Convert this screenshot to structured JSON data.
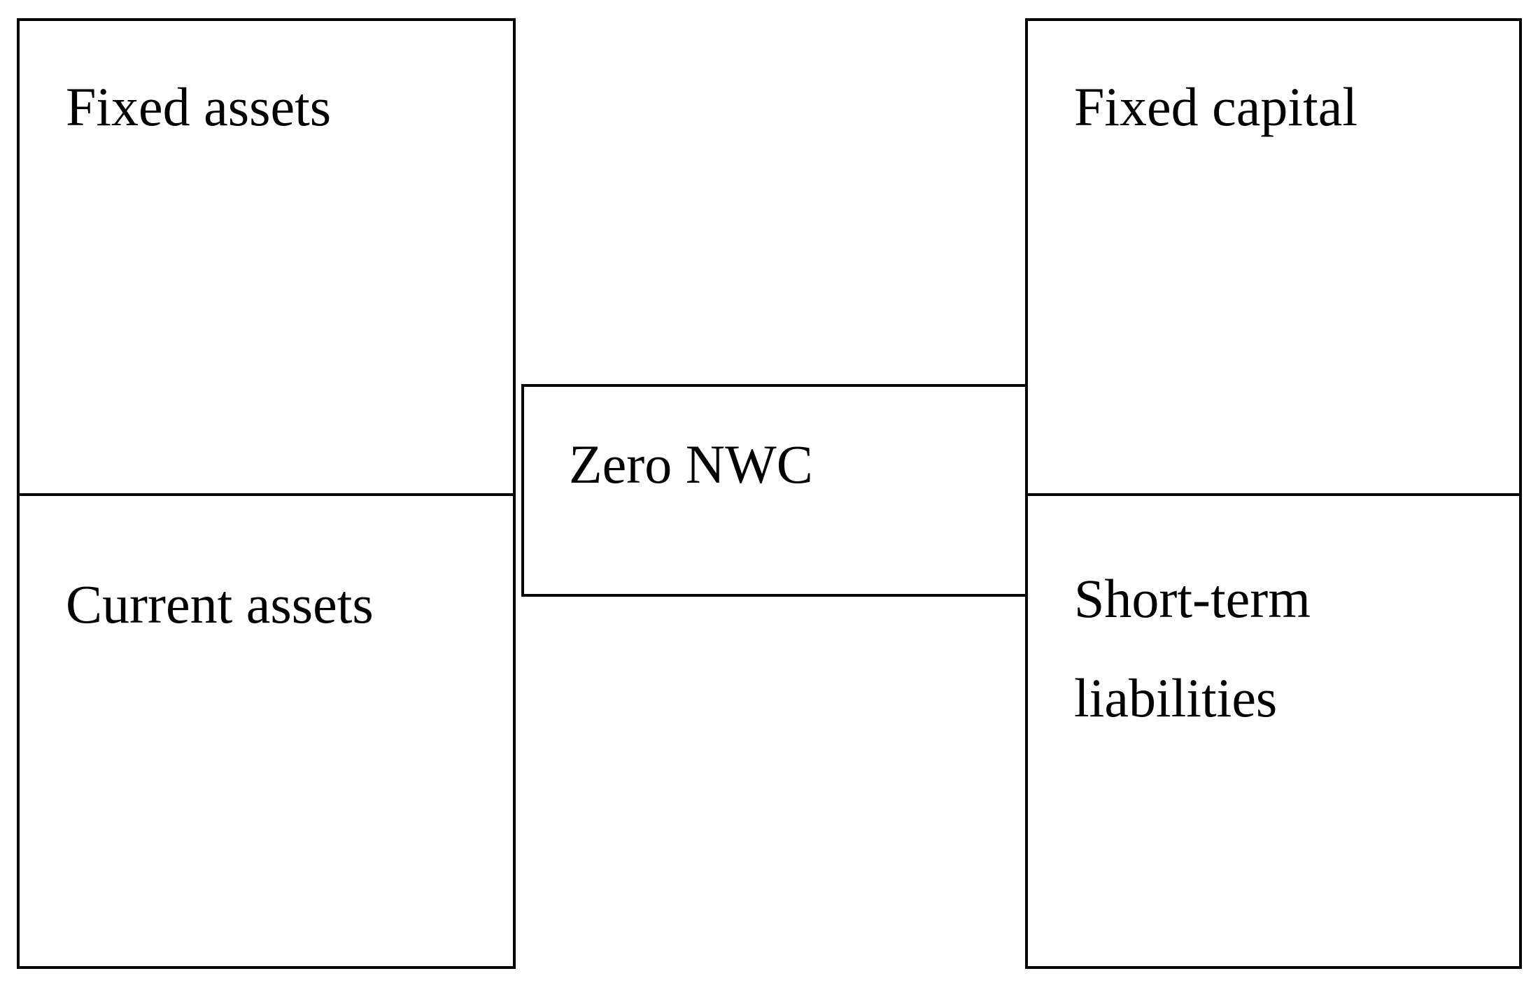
{
  "diagram": {
    "left": {
      "top_label": "Fixed assets",
      "bottom_label": "Current assets"
    },
    "middle": {
      "label": "Zero NWC"
    },
    "right": {
      "top_label": "Fixed capital",
      "bottom_label_line1": "Short-term",
      "bottom_label_line2": "liabilities"
    },
    "colors": {
      "stroke": "#000000",
      "background": "#ffffff"
    }
  }
}
